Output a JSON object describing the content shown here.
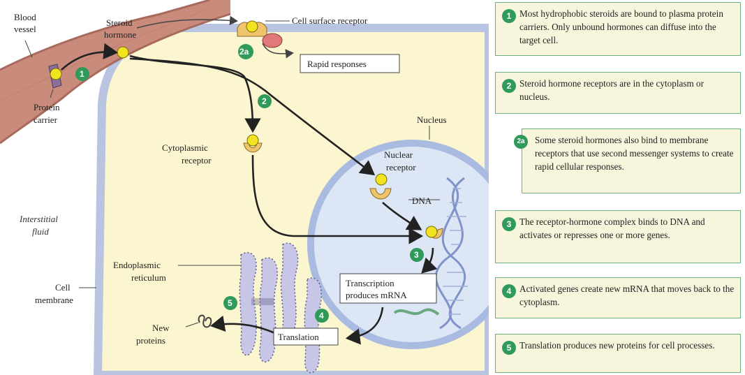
{
  "diagram": {
    "labels": {
      "blood_vessel": [
        "Blood",
        "vessel"
      ],
      "steroid_hormone": [
        "Steroid",
        "hormone"
      ],
      "protein_carrier": [
        "Protein",
        "carrier"
      ],
      "cell_surface_receptor": "Cell surface receptor",
      "rapid_responses": "Rapid responses",
      "nucleus": "Nucleus",
      "cytoplasmic_receptor": [
        "Cytoplasmic",
        "receptor"
      ],
      "nuclear_receptor": [
        "Nuclear",
        "receptor"
      ],
      "dna": "DNA",
      "interstitial_fluid": [
        "Interstitial",
        "fluid"
      ],
      "cell_membrane": [
        "Cell",
        "membrane"
      ],
      "endoplasmic_reticulum": [
        "Endoplasmic",
        "reticulum"
      ],
      "transcription": [
        "Transcription",
        "produces mRNA"
      ],
      "translation": "Translation",
      "new_proteins": [
        "New",
        "proteins"
      ]
    },
    "badges": [
      "1",
      "2",
      "2a",
      "3",
      "4",
      "5"
    ]
  },
  "steps": [
    {
      "num": "1",
      "text": "Most hydrophobic steroids are bound to plasma protein carriers. Only unbound hormones can diffuse into the target cell."
    },
    {
      "num": "2",
      "text": "Steroid hormone receptors are in the cytoplasm or nucleus."
    },
    {
      "num": "2a",
      "text": "Some steroid hormones also bind to membrane receptors that use second messenger systems to create rapid cellular responses."
    },
    {
      "num": "3",
      "text": "The receptor-hormone complex binds to DNA and activates or represses one or more genes."
    },
    {
      "num": "4",
      "text": "Activated genes create new mRNA that moves back to the cytoplasm."
    },
    {
      "num": "5",
      "text": "Translation produces new proteins for cell processes."
    }
  ],
  "colors": {
    "cytoplasm": "#fbf6cf",
    "membrane": "#b9c4e0",
    "nucleus_fill": "#dde6f5",
    "vessel": "#c98b7c",
    "hormone": "#f1e320",
    "badge": "#2f9a5a",
    "step_border": "#6fb07f"
  }
}
